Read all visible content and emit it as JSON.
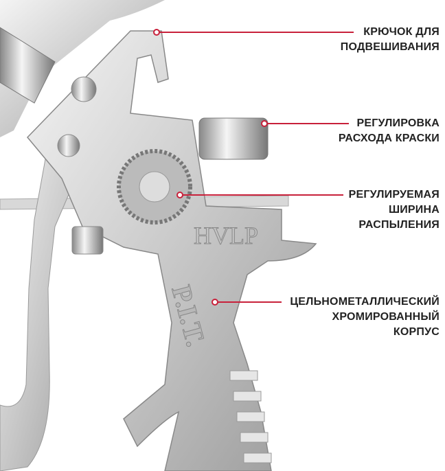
{
  "product": {
    "embossed_marks": [
      "HVLP",
      "P.I.T."
    ],
    "accent_color": "#c8203a"
  },
  "callouts": [
    {
      "id": "hook",
      "lines": [
        "КРЮЧОК ДЛЯ",
        "ПОДВЕШИВАНИЯ"
      ]
    },
    {
      "id": "paint-flow",
      "lines": [
        "РЕГУЛИРОВКА",
        "РАСХОДА КРАСКИ"
      ]
    },
    {
      "id": "spray-width",
      "lines": [
        "РЕГУЛИРУЕМАЯ",
        "ШИРИНА",
        "РАСПЫЛЕНИЯ"
      ]
    },
    {
      "id": "body",
      "lines": [
        "ЦЕЛЬНОМЕТАЛЛИЧЕСКИЙ",
        "ХРОМИРОВАННЫЙ",
        "КОРПУС"
      ]
    }
  ]
}
